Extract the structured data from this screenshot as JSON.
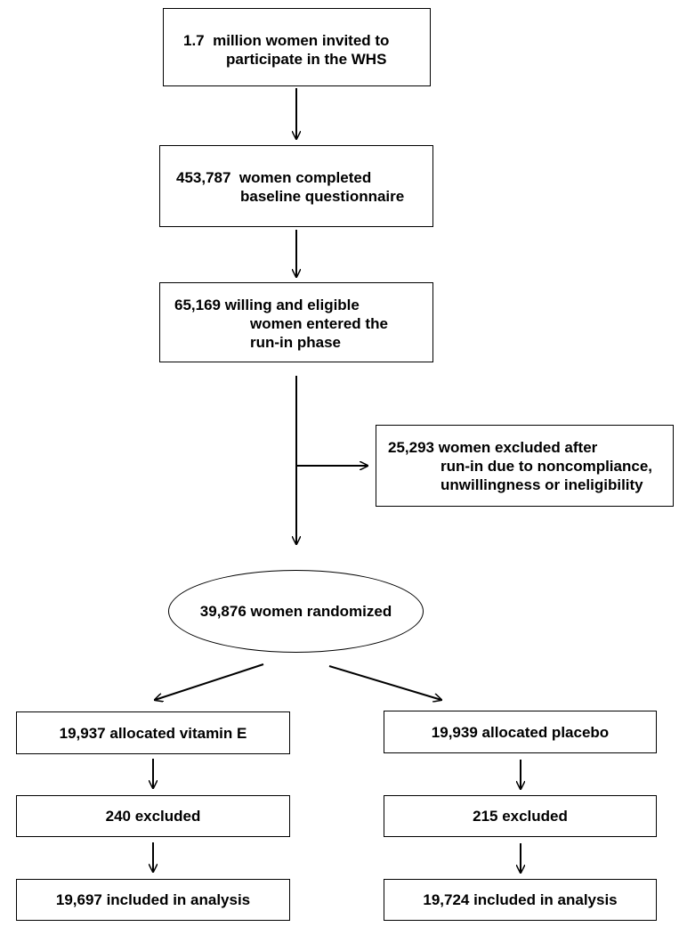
{
  "flow": {
    "invited": {
      "count": "1.7",
      "line1": "million women invited to",
      "line2": "participate in the WHS"
    },
    "baseline": {
      "count": "453,787",
      "line1": "women completed",
      "line2": "baseline questionnaire"
    },
    "runin": {
      "count": "65,169",
      "line1": "willing and eligible",
      "line2": "women entered the",
      "line3": "run-in phase"
    },
    "excluded_runin": {
      "count": "25,293",
      "line1": "women excluded after",
      "line2": "run-in due to noncompliance,",
      "line3": "unwillingness or ineligibility"
    },
    "randomized": {
      "label": "39,876 women randomized"
    },
    "arms": [
      {
        "allocated": "19,937 allocated vitamin E",
        "excluded": "240 excluded",
        "analysis": "19,697 included in analysis"
      },
      {
        "allocated": "19,939 allocated placebo",
        "excluded": "215 excluded",
        "analysis": "19,724 included in analysis"
      }
    ]
  }
}
